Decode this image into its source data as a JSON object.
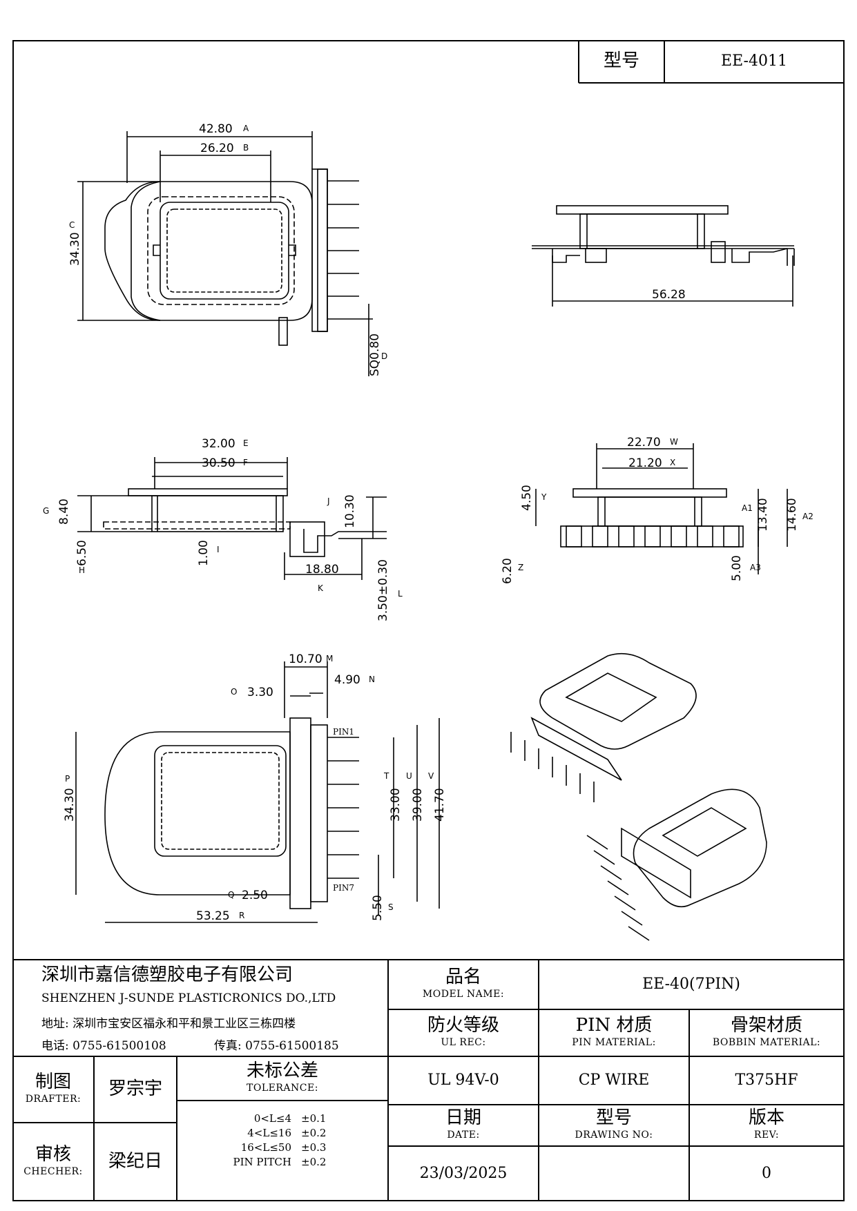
{
  "title_block": {
    "model_label": "型号",
    "model_value": "EE-4011",
    "company_cn": "深圳市嘉信德塑胶电子有限公司",
    "company_en": "SHENZHEN J-SUNDE PLASTICRONICS DO.,LTD",
    "address": "地址: 深圳市宝安区福永和平和景工业区三栋四楼",
    "phone": "电话: 0755-61500108",
    "fax": "传真: 0755-61500185",
    "product_name_cn": "品名",
    "product_name_en": "MODEL NAME:",
    "product_name_value": "EE-40(7PIN)",
    "ul_cn": "防火等级",
    "ul_en": "UL REC:",
    "ul_value": "UL 94V-0",
    "pin_mat_cn": "PIN 材质",
    "pin_mat_en": "PIN MATERIAL:",
    "pin_mat_value": "CP WIRE",
    "bobbin_mat_cn": "骨架材质",
    "bobbin_mat_en": "BOBBIN MATERIAL:",
    "bobbin_mat_value": "T375HF",
    "drafter_cn": "制图",
    "drafter_en": "DRAFTER:",
    "drafter_name": "罗宗宇",
    "checker_cn": "审核",
    "checker_en": "CHECHER:",
    "checker_name": "梁纪日",
    "tolerance_cn": "未标公差",
    "tolerance_en": "TOLERANCE:",
    "tolerances": [
      {
        "range": "0<L≤4",
        "value": "±0.1"
      },
      {
        "range": "4<L≤16",
        "value": "±0.2"
      },
      {
        "range": "16<L≤50",
        "value": "±0.3"
      },
      {
        "range": "PIN PITCH",
        "value": "±0.2"
      }
    ],
    "date_cn": "日期",
    "date_en": "DATE:",
    "date_value": "23/03/2025",
    "drawing_no_cn": "型号",
    "drawing_no_en": "DRAWING NO:",
    "drawing_no_value": "",
    "rev_cn": "版本",
    "rev_en": "REV:",
    "rev_value": "0"
  },
  "dimensions": {
    "A": "42.80",
    "B": "26.20",
    "C": "34.30",
    "D": "SQ0.80",
    "top_side_width": "56.28",
    "E": "32.00",
    "F": "30.50",
    "G": "8.40",
    "H": "6.50",
    "I": "1.00",
    "J": "10.30",
    "K": "18.80",
    "L": "3.50±0.30",
    "W": "22.70",
    "X": "21.20",
    "Y": "4.50",
    "Z": "6.20",
    "A1": "13.40",
    "A2": "14.60",
    "A3": "5.00",
    "M": "10.70",
    "N": "4.90",
    "O": "3.30",
    "P": "34.30",
    "T": "33.00",
    "U": "39.00",
    "V": "41.70",
    "Q": "2.50",
    "R": "53.25",
    "S": "5.50"
  },
  "dimension_letters": {
    "A": "A",
    "B": "B",
    "C": "C",
    "D": "D",
    "E": "E",
    "F": "F",
    "G": "G",
    "H": "H",
    "I": "I",
    "J": "J",
    "K": "K",
    "L": "L",
    "M": "M",
    "N": "N",
    "O": "O",
    "P": "P",
    "Q": "Q",
    "R": "R",
    "S": "S",
    "T": "T",
    "U": "U",
    "V": "V",
    "W": "W",
    "X": "X",
    "Y": "Y",
    "Z": "Z",
    "A1": "A1",
    "A2": "A2",
    "A3": "A3"
  },
  "pin_labels": {
    "first": "PIN1",
    "last": "PIN7"
  }
}
